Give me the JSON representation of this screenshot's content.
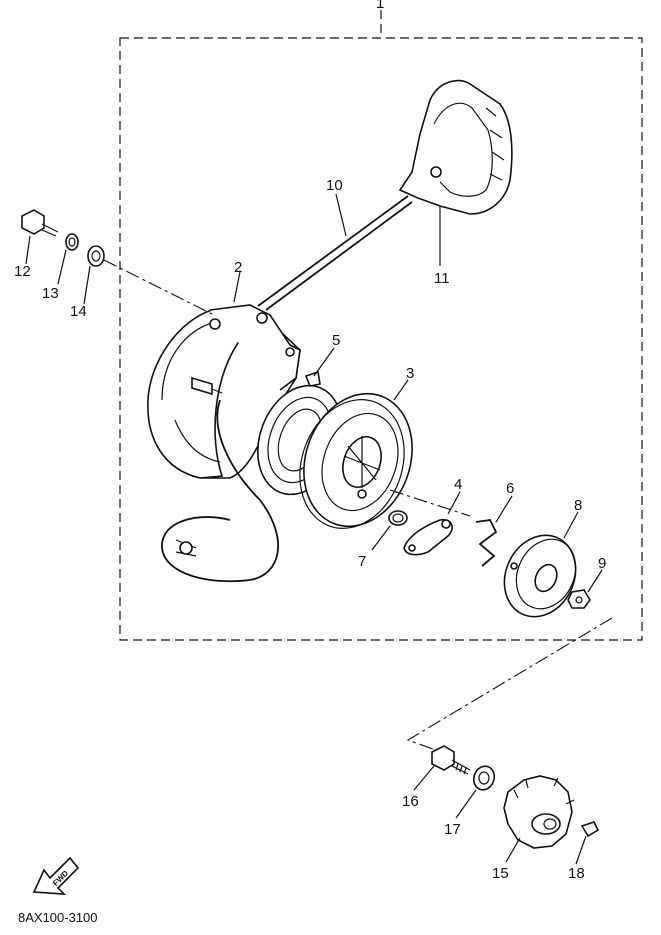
{
  "diagram_code": "8AX100-3100",
  "fwd_label": "FWD",
  "parts": {
    "p2": "2",
    "p3": "3",
    "p4": "4",
    "p5": "5",
    "p6": "6",
    "p7": "7",
    "p8": "8",
    "p9": "9",
    "p10": "10",
    "p11": "11",
    "p12": "12",
    "p13": "13",
    "p14": "14",
    "p15": "15",
    "p16": "16",
    "p17": "17",
    "p18": "18",
    "p1": "1"
  }
}
